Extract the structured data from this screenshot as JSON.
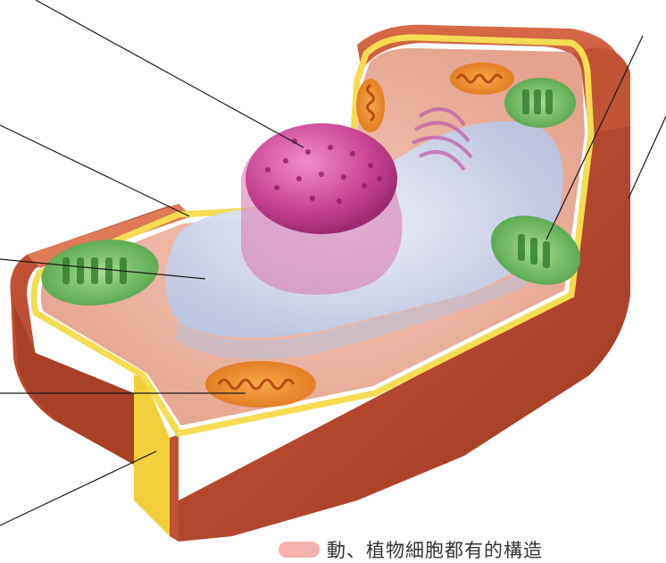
{
  "figure": {
    "caption_marker_label": "",
    "caption": "動、植物細胞都有的構造"
  },
  "leader_lines": [
    {
      "name": "leader-line-nucleus",
      "to": "nucleus"
    },
    {
      "name": "leader-line-cytoplasm",
      "to": "cytoplasm"
    },
    {
      "name": "leader-line-vacuole",
      "to": "vacuole"
    },
    {
      "name": "leader-line-mitochondrion",
      "to": "mitochondrion"
    },
    {
      "name": "leader-line-cell-wall",
      "to": "cell-wall"
    },
    {
      "name": "leader-line-chloroplast",
      "to": "chloroplast"
    },
    {
      "name": "leader-line-cell-membrane",
      "to": "cell-membrane"
    }
  ]
}
